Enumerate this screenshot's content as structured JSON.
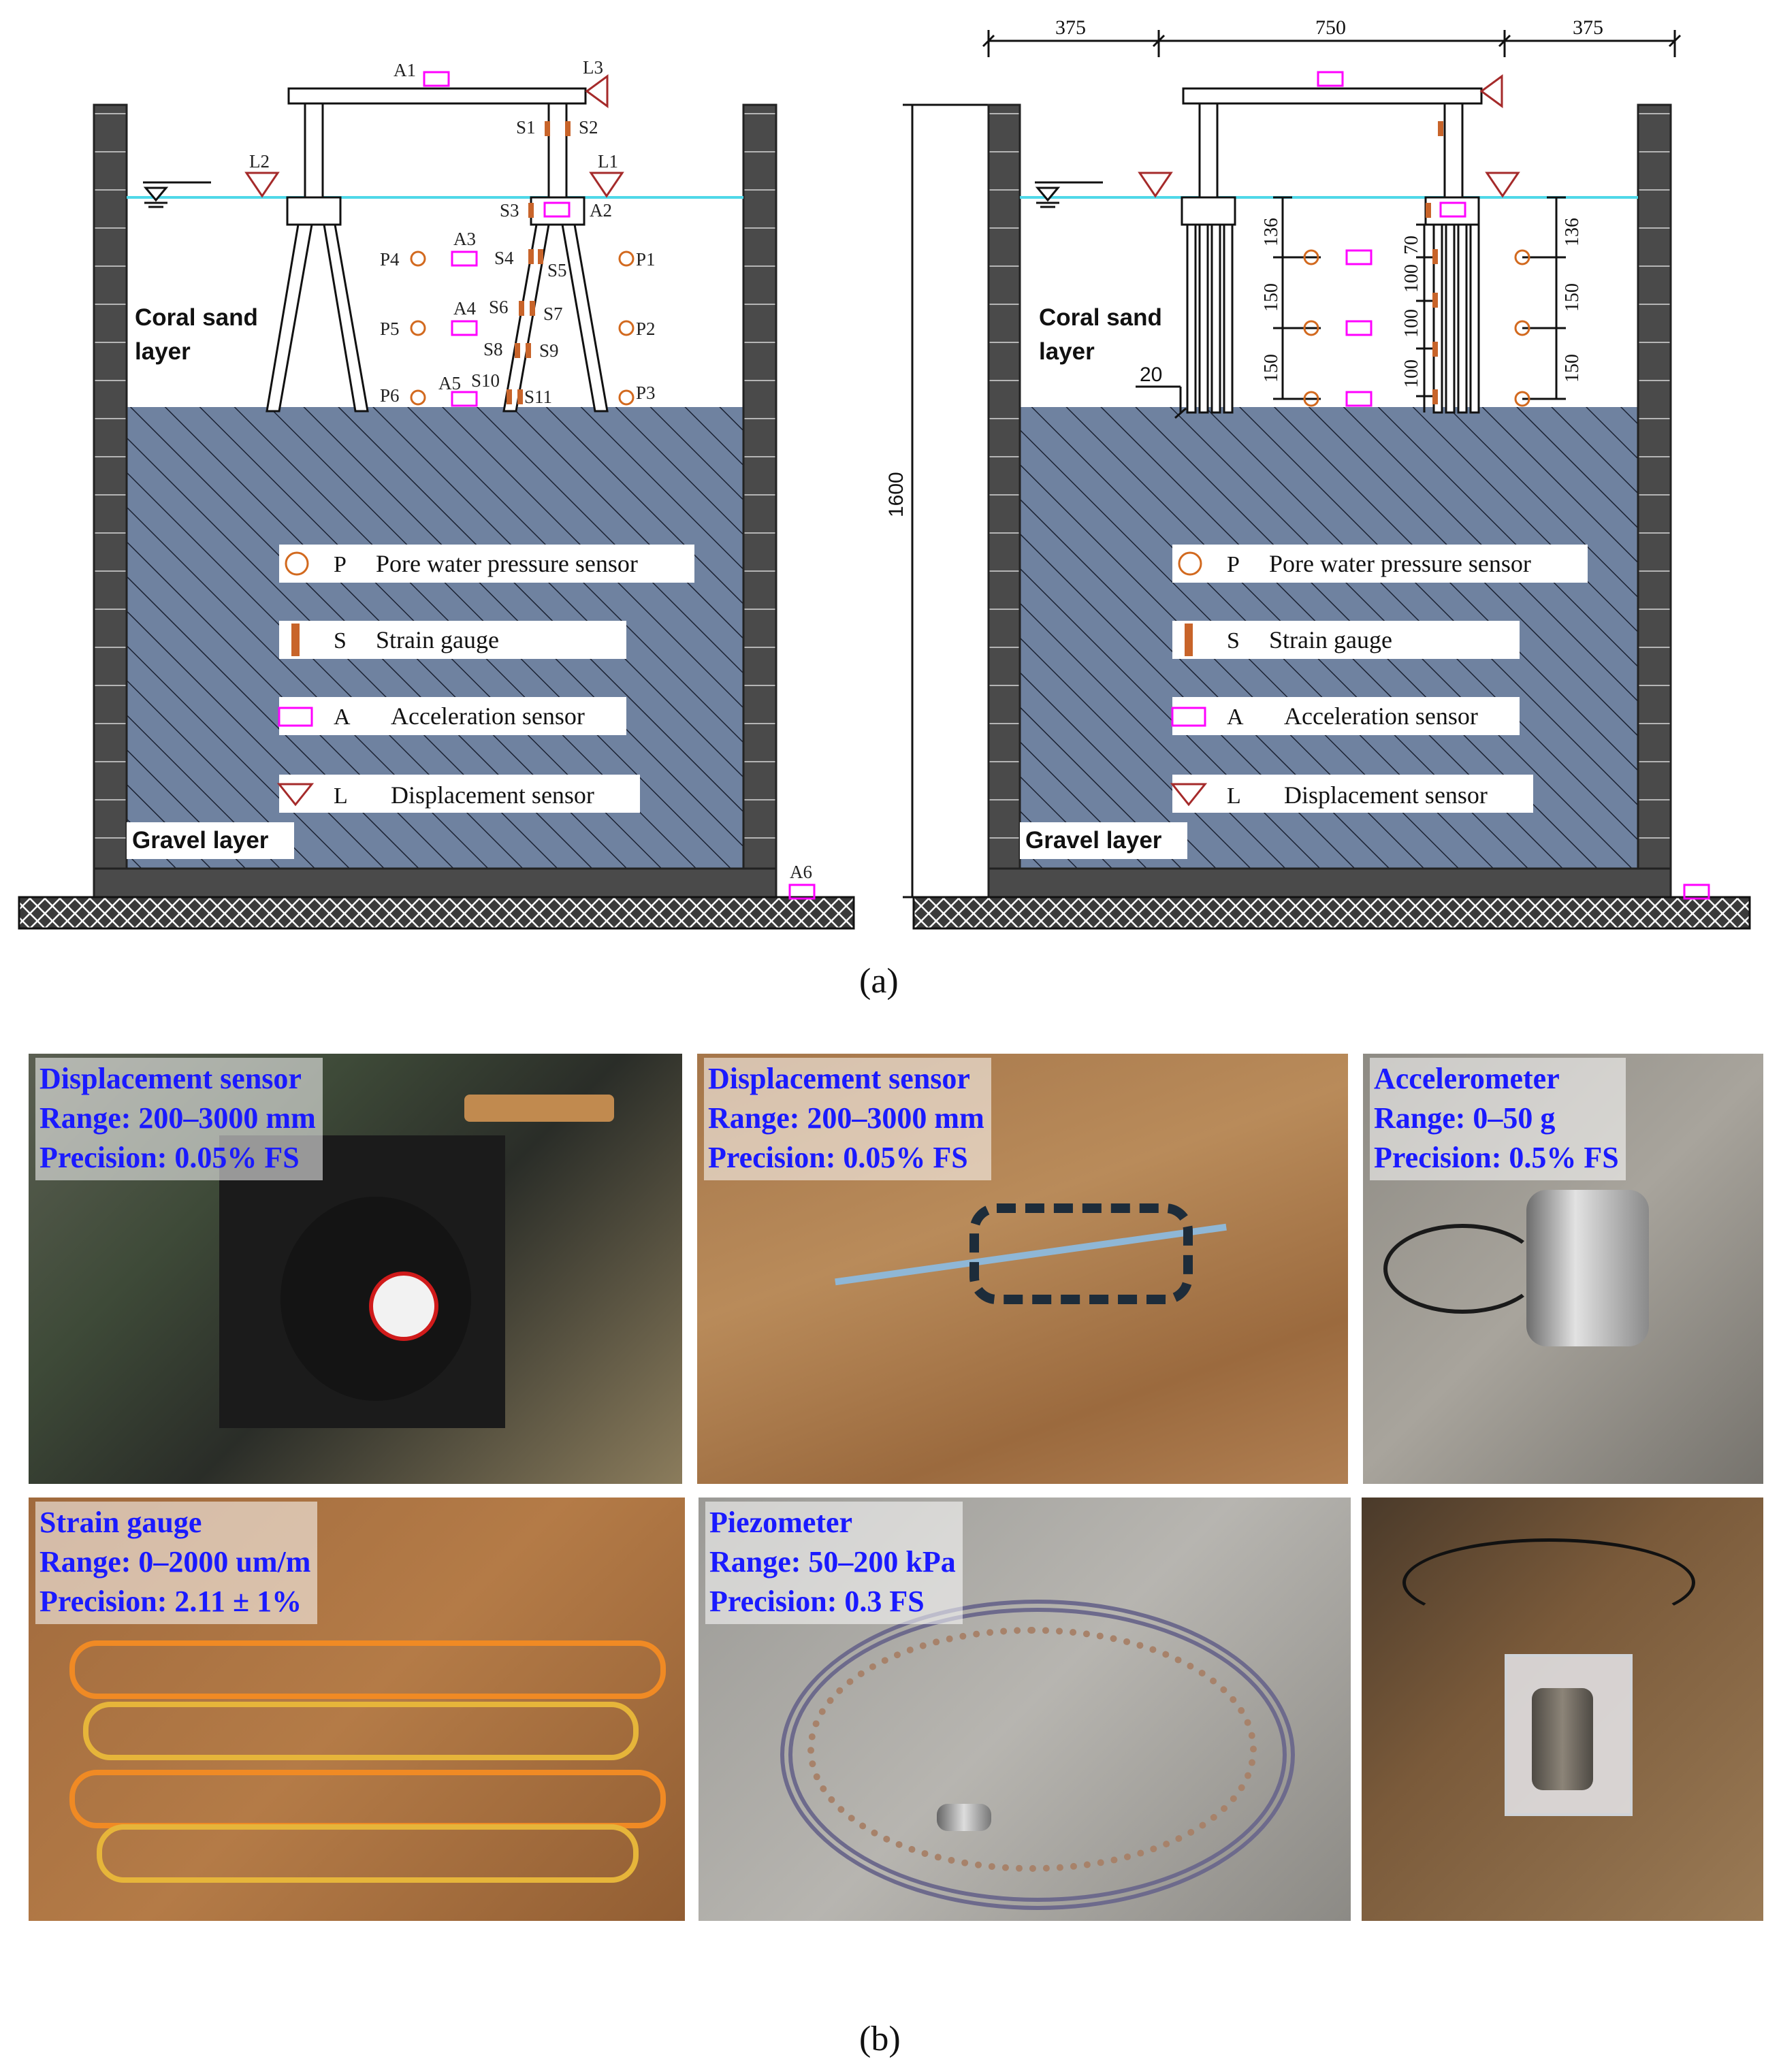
{
  "panel_a": {
    "caption": "(a)",
    "left": {
      "sensor_labels": {
        "A1": "A1",
        "A2": "A2",
        "A3": "A3",
        "A4": "A4",
        "A5": "A5",
        "A6": "A6",
        "L1": "L1",
        "L2": "L2",
        "L3": "L3",
        "S1": "S1",
        "S2": "S2",
        "S3": "S3",
        "S4": "S4",
        "S5": "S5",
        "S6": "S6",
        "S7": "S7",
        "S8": "S8",
        "S9": "S9",
        "S10": "S10",
        "S11": "S11",
        "P1": "P1",
        "P2": "P2",
        "P3": "P3",
        "P4": "P4",
        "P5": "P5",
        "P6": "P6"
      },
      "layer_sand_line1": "Coral sand",
      "layer_sand_line2": "layer",
      "layer_gravel": "Gravel layer"
    },
    "right": {
      "dims_top": [
        "375",
        "750",
        "375"
      ],
      "dim_height": "1600",
      "dim_embed": "20",
      "dims_left_col": [
        "136",
        "150",
        "150"
      ],
      "dims_pile": [
        "70",
        "100",
        "100",
        "100"
      ],
      "dims_right_col": [
        "136",
        "150",
        "150"
      ],
      "layer_sand_line1": "Coral sand",
      "layer_sand_line2": "layer",
      "layer_gravel": "Gravel layer"
    },
    "legend": [
      {
        "symbol": "P",
        "text": "Pore water pressure sensor"
      },
      {
        "symbol": "S",
        "text": "Strain gauge"
      },
      {
        "symbol": "A",
        "text": "Acceleration sensor"
      },
      {
        "symbol": "L",
        "text": "Displacement sensor"
      }
    ],
    "colors": {
      "water": "#4fd8e8",
      "gravel": "#6f82a0",
      "wall": "#4a4a4a",
      "pore": "#d2691e",
      "strain": "#c8642a",
      "accel": "#ff00ff",
      "disp": "#a52a2a"
    }
  },
  "panel_b": {
    "caption": "(b)",
    "photos": [
      {
        "line1": "Displacement sensor",
        "line2": "Range: 200–3000 mm",
        "line3": "Precision: 0.05% FS"
      },
      {
        "line1": "Displacement sensor",
        "line2": "Range: 200–3000 mm",
        "line3": "Precision: 0.05% FS"
      },
      {
        "line1": "Accelerometer",
        "line2": "Range: 0–50 g",
        "line3": "Precision: 0.5% FS"
      },
      {
        "line1": "Strain gauge",
        "line2": "Range: 0–2000 um/m",
        "line3": "Precision: 2.11 ± 1%"
      },
      {
        "line1": "Piezometer",
        "line2": "Range: 50–200 kPa",
        "line3": "Precision: 0.3 FS"
      },
      {
        "line1": "",
        "line2": "",
        "line3": ""
      }
    ],
    "label_color": "#1a1aff"
  }
}
